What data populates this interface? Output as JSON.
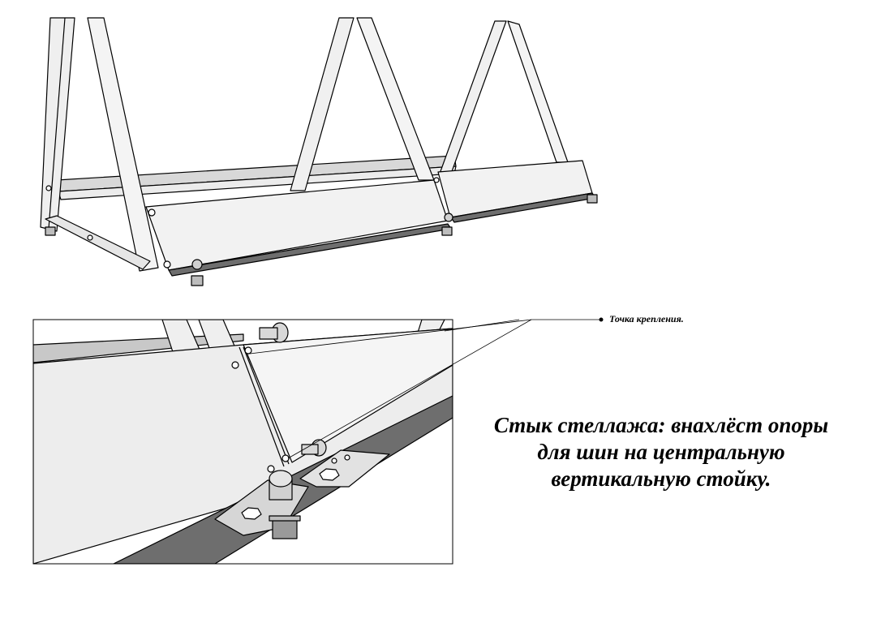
{
  "callout": {
    "label": "Точка крепления."
  },
  "caption": {
    "lines": [
      "Стык стеллажа: внахлёст опоры",
      "для шин на центральную",
      "вертикальную стойку."
    ]
  },
  "colors": {
    "background": "#ffffff",
    "line": "#000000",
    "frame_light": "#f2f2f2",
    "frame_mid": "#d4d4d4",
    "panel": "#eeeeee",
    "rail_dark": "#6e6e6e",
    "hardware": "#bdbdbd"
  }
}
